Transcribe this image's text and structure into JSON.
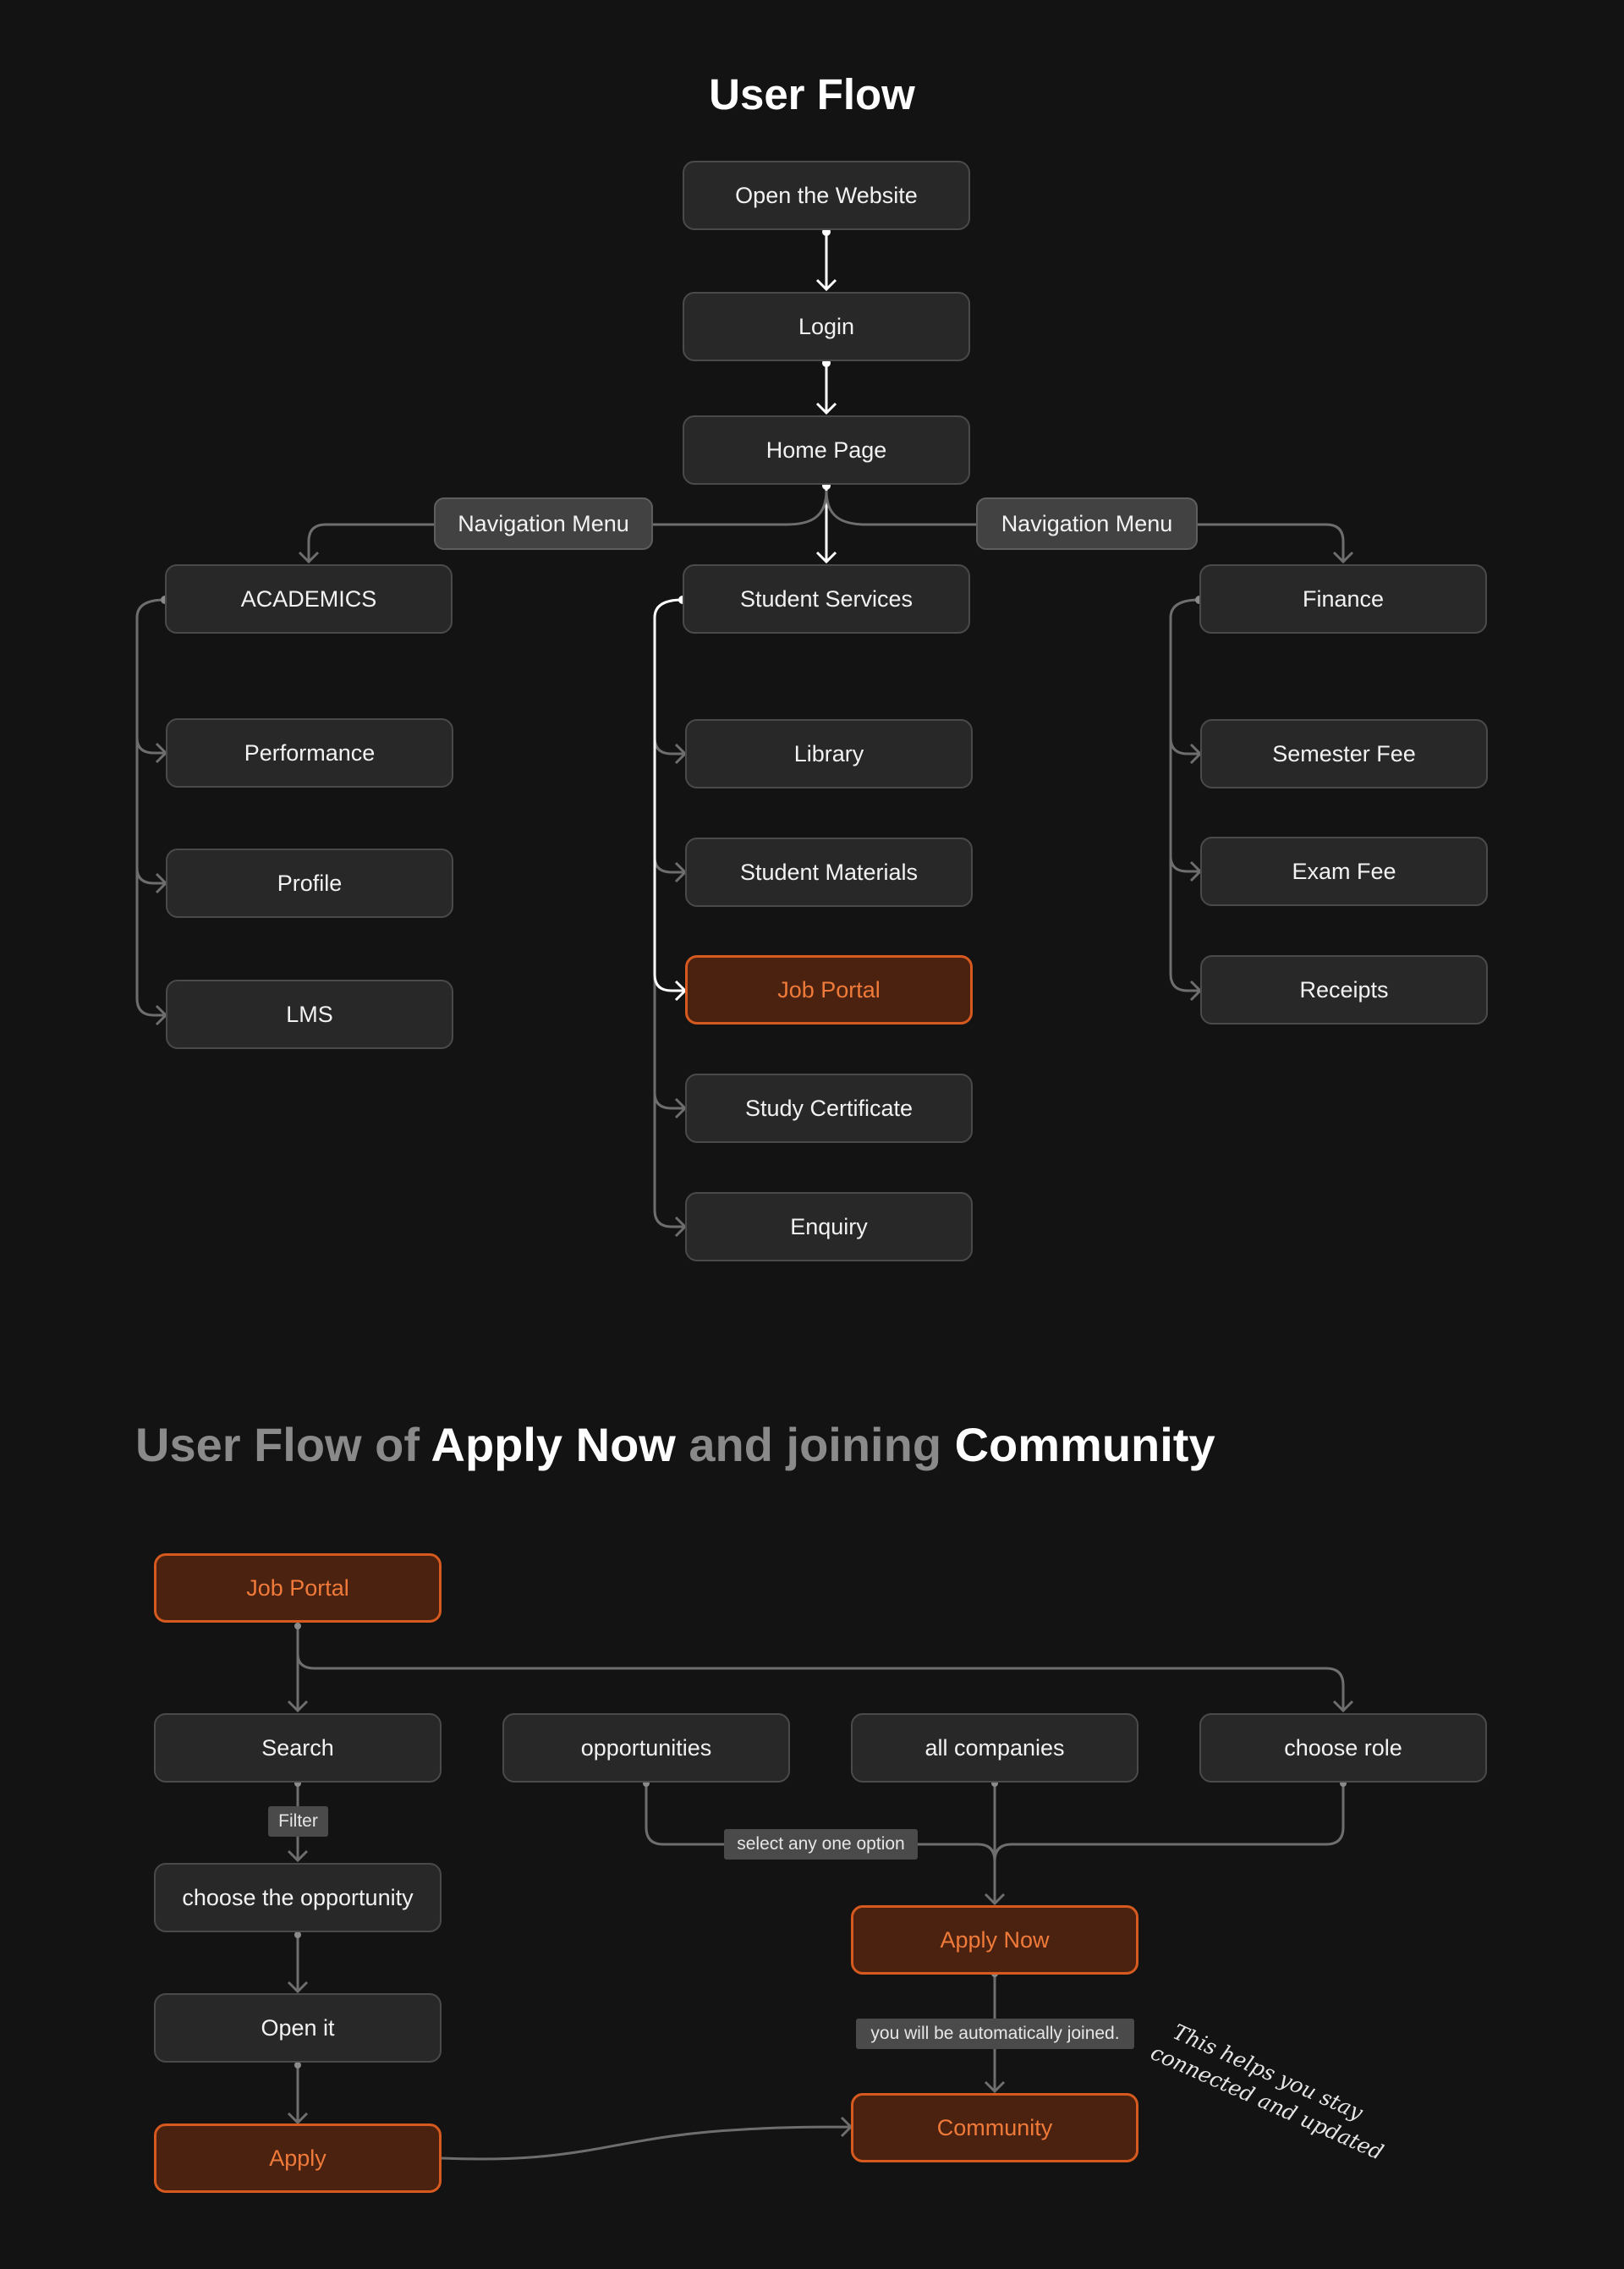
{
  "flow1": {
    "title": "User Flow",
    "root": "Open the Website",
    "login": "Login",
    "home": "Home Page",
    "nav_left": "Navigation Menu",
    "nav_right": "Navigation Menu",
    "academics": {
      "header": "ACADEMICS",
      "items": [
        "Performance",
        "Profile",
        "LMS"
      ]
    },
    "student_services": {
      "header": "Student Services",
      "items": [
        "Library",
        "Student Materials",
        "Job Portal",
        "Study Certificate",
        "Enquiry"
      ]
    },
    "finance": {
      "header": "Finance",
      "items": [
        "Semester Fee",
        "Exam Fee",
        "Receipts"
      ]
    }
  },
  "flow2": {
    "title_parts": [
      "User Flow of ",
      "Apply Now",
      " and joining ",
      "Community"
    ],
    "job_portal": "Job Portal",
    "search": "Search",
    "opportunities": "opportunities",
    "all_companies": "all companies",
    "choose_role": "choose role",
    "filter_label": "Filter",
    "choose_opportunity": "choose the opportunity",
    "open_it": "Open it",
    "apply": "Apply",
    "select_label": "select any one option",
    "apply_now": "Apply Now",
    "joined_label": "you will be automatically joined.",
    "community": "Community",
    "note_lines": [
      "This helps you stay",
      "connected and updated"
    ]
  },
  "colors": {
    "background": "#131313",
    "node": "#282828",
    "highlight_fill": "#4a220f",
    "highlight_border": "#d65a1f",
    "highlight_text": "#f07a3a",
    "connector": "#6e6e6e",
    "connector_active": "#ffffff"
  }
}
